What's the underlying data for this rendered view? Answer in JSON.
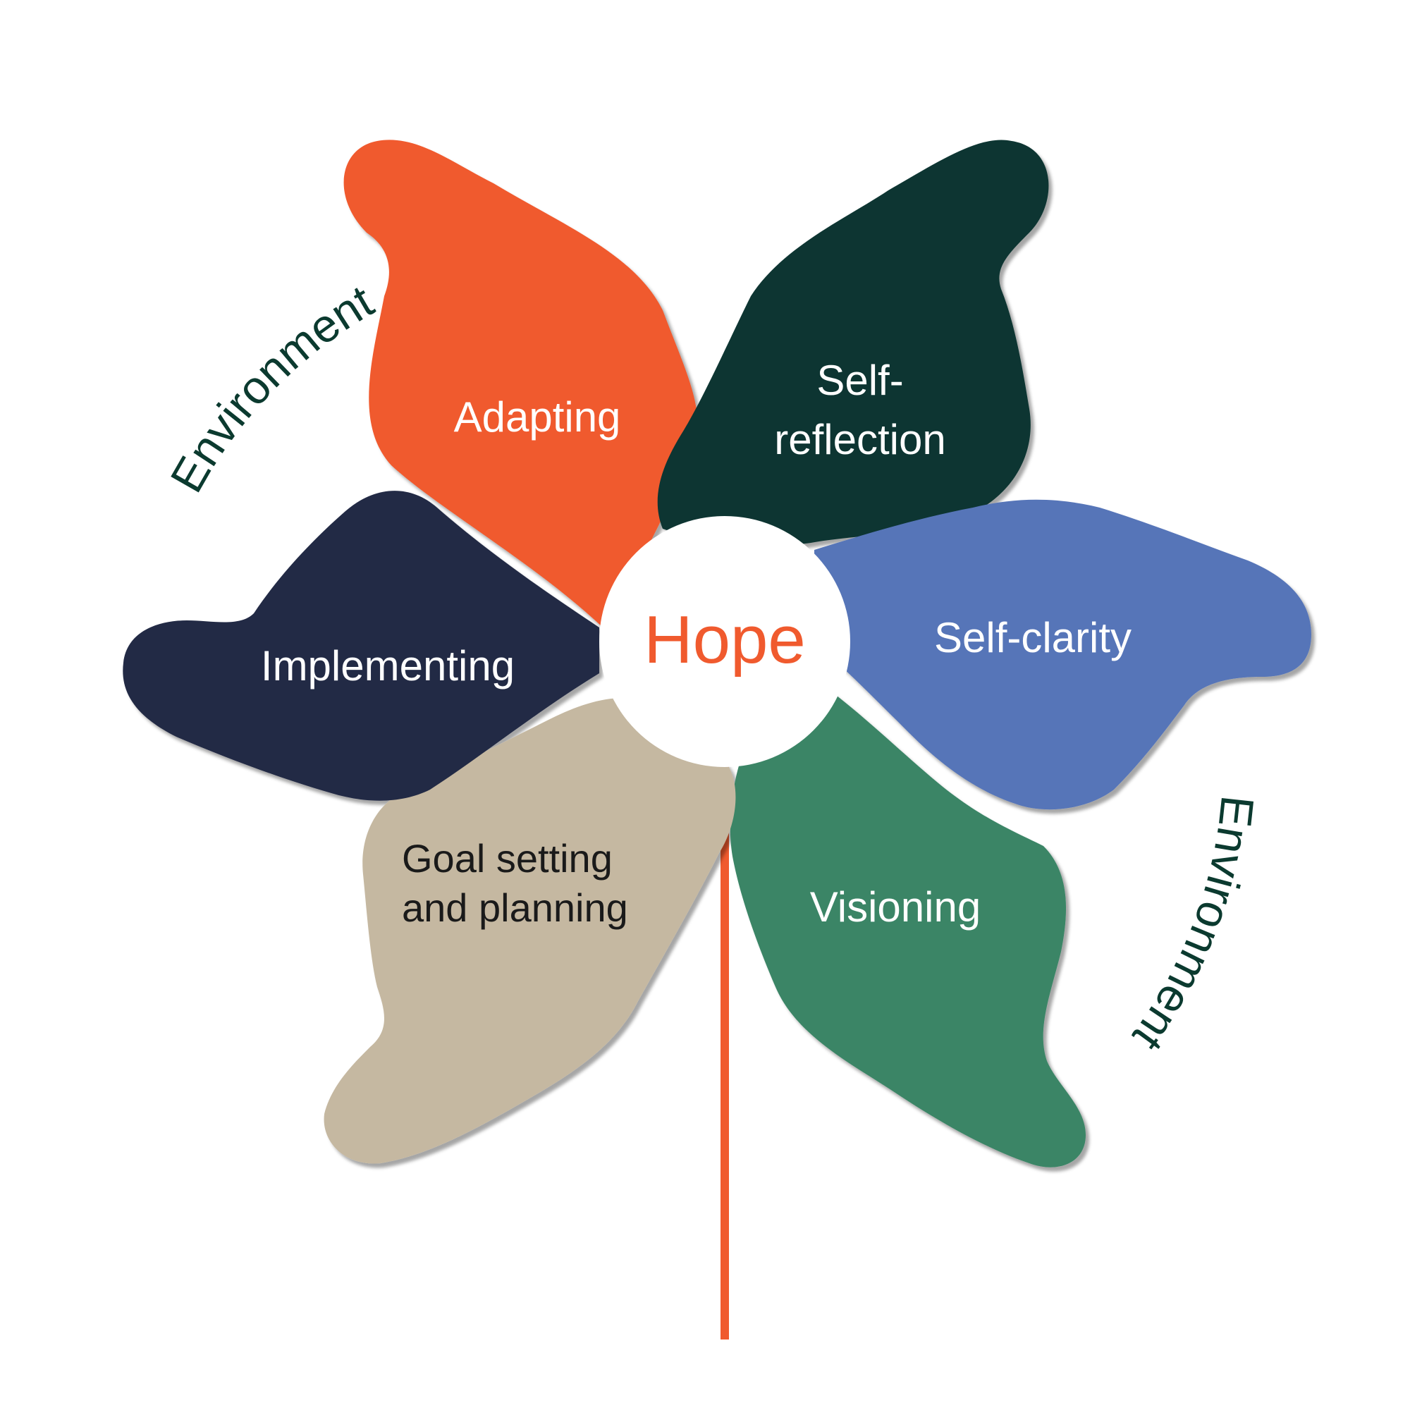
{
  "center": {
    "label": "Hope",
    "color": "#F05A2E"
  },
  "environment_labels": [
    "Environment",
    "Environment"
  ],
  "colors": {
    "stem": "#F05A2E",
    "environment_text": "#0B3A2F",
    "center_fill": "#FFFFFF"
  },
  "petals": [
    {
      "id": "adapting",
      "lines": [
        "Adapting"
      ],
      "fill": "#F05A2E",
      "text_color": "#FFFFFF"
    },
    {
      "id": "self-reflection",
      "lines": [
        "Self-",
        "reflection"
      ],
      "fill": "#0B3530",
      "text_color": "#FFFFFF"
    },
    {
      "id": "self-clarity",
      "lines": [
        "Self-clarity"
      ],
      "fill": "#5675B8",
      "text_color": "#FFFFFF"
    },
    {
      "id": "visioning",
      "lines": [
        "Visioning"
      ],
      "fill": "#3A8566",
      "text_color": "#FFFFFF"
    },
    {
      "id": "goal-setting",
      "lines": [
        "Goal setting",
        "and planning"
      ],
      "fill": "#C5B8A1",
      "text_color": "#1A1A1A"
    },
    {
      "id": "implementing",
      "lines": [
        "Implementing"
      ],
      "fill": "#222944",
      "text_color": "#FFFFFF"
    }
  ]
}
